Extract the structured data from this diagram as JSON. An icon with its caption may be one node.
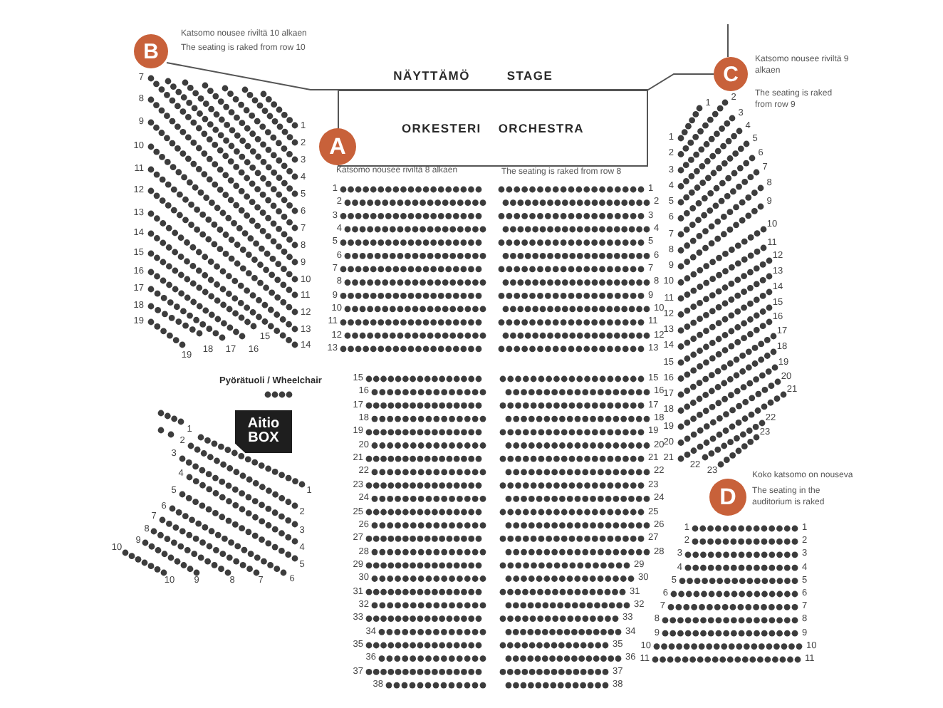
{
  "diagram": {
    "nodes": [
      {
        "text": [
          "B"
        ],
        "beside": [
          "Katsomo nousee riviltä 10 alkaen",
          "The seating is raked from row 10"
        ]
      },
      {
        "text": [
          "ORKESTERI",
          "ORCHESTRA"
        ]
      },
      {
        "text": [
          "C"
        ],
        "beside": [
          "Katsomo nousee riviltä 9 alkaen",
          "The seating is raked from row 9"
        ]
      },
      {
        "text": [
          "A"
        ],
        "beside": [
          "Katsomo nousee riviltä 8 alkaen"
        ]
      },
      {
        "text": [
          "Aitio BOX"
        ]
      },
      {
        "text": [
          "D"
        ],
        "beside": [
          "Koko katsomo on nouseva",
          "The seating in the auditorium is raked"
        ]
      }
    ],
    "labels": [
      "NÄYTTÄMÖ",
      "STAGE",
      "The seating is raked from row 8",
      "Pyörätuoli / Wheelchair",
      "7",
      "8",
      "9",
      "10",
      "11",
      "12",
      "13",
      "14",
      "15",
      "16",
      "17",
      "18",
      "19",
      "1",
      "2",
      "3",
      "4",
      "5",
      "6",
      "7",
      "8",
      "9",
      "10",
      "11",
      "12",
      "13",
      "14",
      "19",
      "18",
      "17",
      "16",
      "15",
      "1",
      "2",
      "3",
      "4",
      "5",
      "6",
      "7",
      "8",
      "9",
      "10",
      "11",
      "12",
      "13",
      "1",
      "2",
      "3",
      "4",
      "5",
      "6",
      "7",
      "8",
      "9",
      "10",
      "11",
      "12",
      "13",
      "15",
      "16",
      "17",
      "18",
      "19",
      "20",
      "21",
      "22",
      "23",
      "24",
      "25",
      "26",
      "27",
      "28",
      "29",
      "30",
      "31",
      "32",
      "33",
      "34",
      "35",
      "36",
      "37",
      "38",
      "15",
      "16",
      "17",
      "18",
      "19",
      "20",
      "21",
      "22",
      "23",
      "24",
      "25",
      "26",
      "27",
      "28",
      "29",
      "30",
      "31",
      "32",
      "33",
      "34",
      "35",
      "36",
      "37",
      "38",
      "1",
      "2",
      "3",
      "4",
      "5",
      "6",
      "7",
      "8",
      "9",
      "10",
      "11",
      "12",
      "13",
      "14",
      "15",
      "16",
      "17",
      "18",
      "19",
      "20",
      "21",
      "22",
      "23",
      "1",
      "2",
      "3",
      "4",
      "5",
      "6",
      "7",
      "8",
      "9",
      "10",
      "11",
      "12",
      "13",
      "14",
      "15",
      "16",
      "17",
      "18",
      "19",
      "20",
      "21",
      "22",
      "23",
      "1",
      "2",
      "3",
      "4",
      "5",
      "6",
      "7",
      "8",
      "9",
      "10",
      "1",
      "2",
      "3",
      "4",
      "5",
      "10",
      "9",
      "8",
      "7",
      "6",
      "1",
      "2",
      "3",
      "4",
      "5",
      "6",
      "7",
      "8",
      "9",
      "10",
      "11",
      "1",
      "2",
      "3",
      "4",
      "5",
      "6",
      "7",
      "8",
      "9",
      "10",
      "11"
    ]
  }
}
